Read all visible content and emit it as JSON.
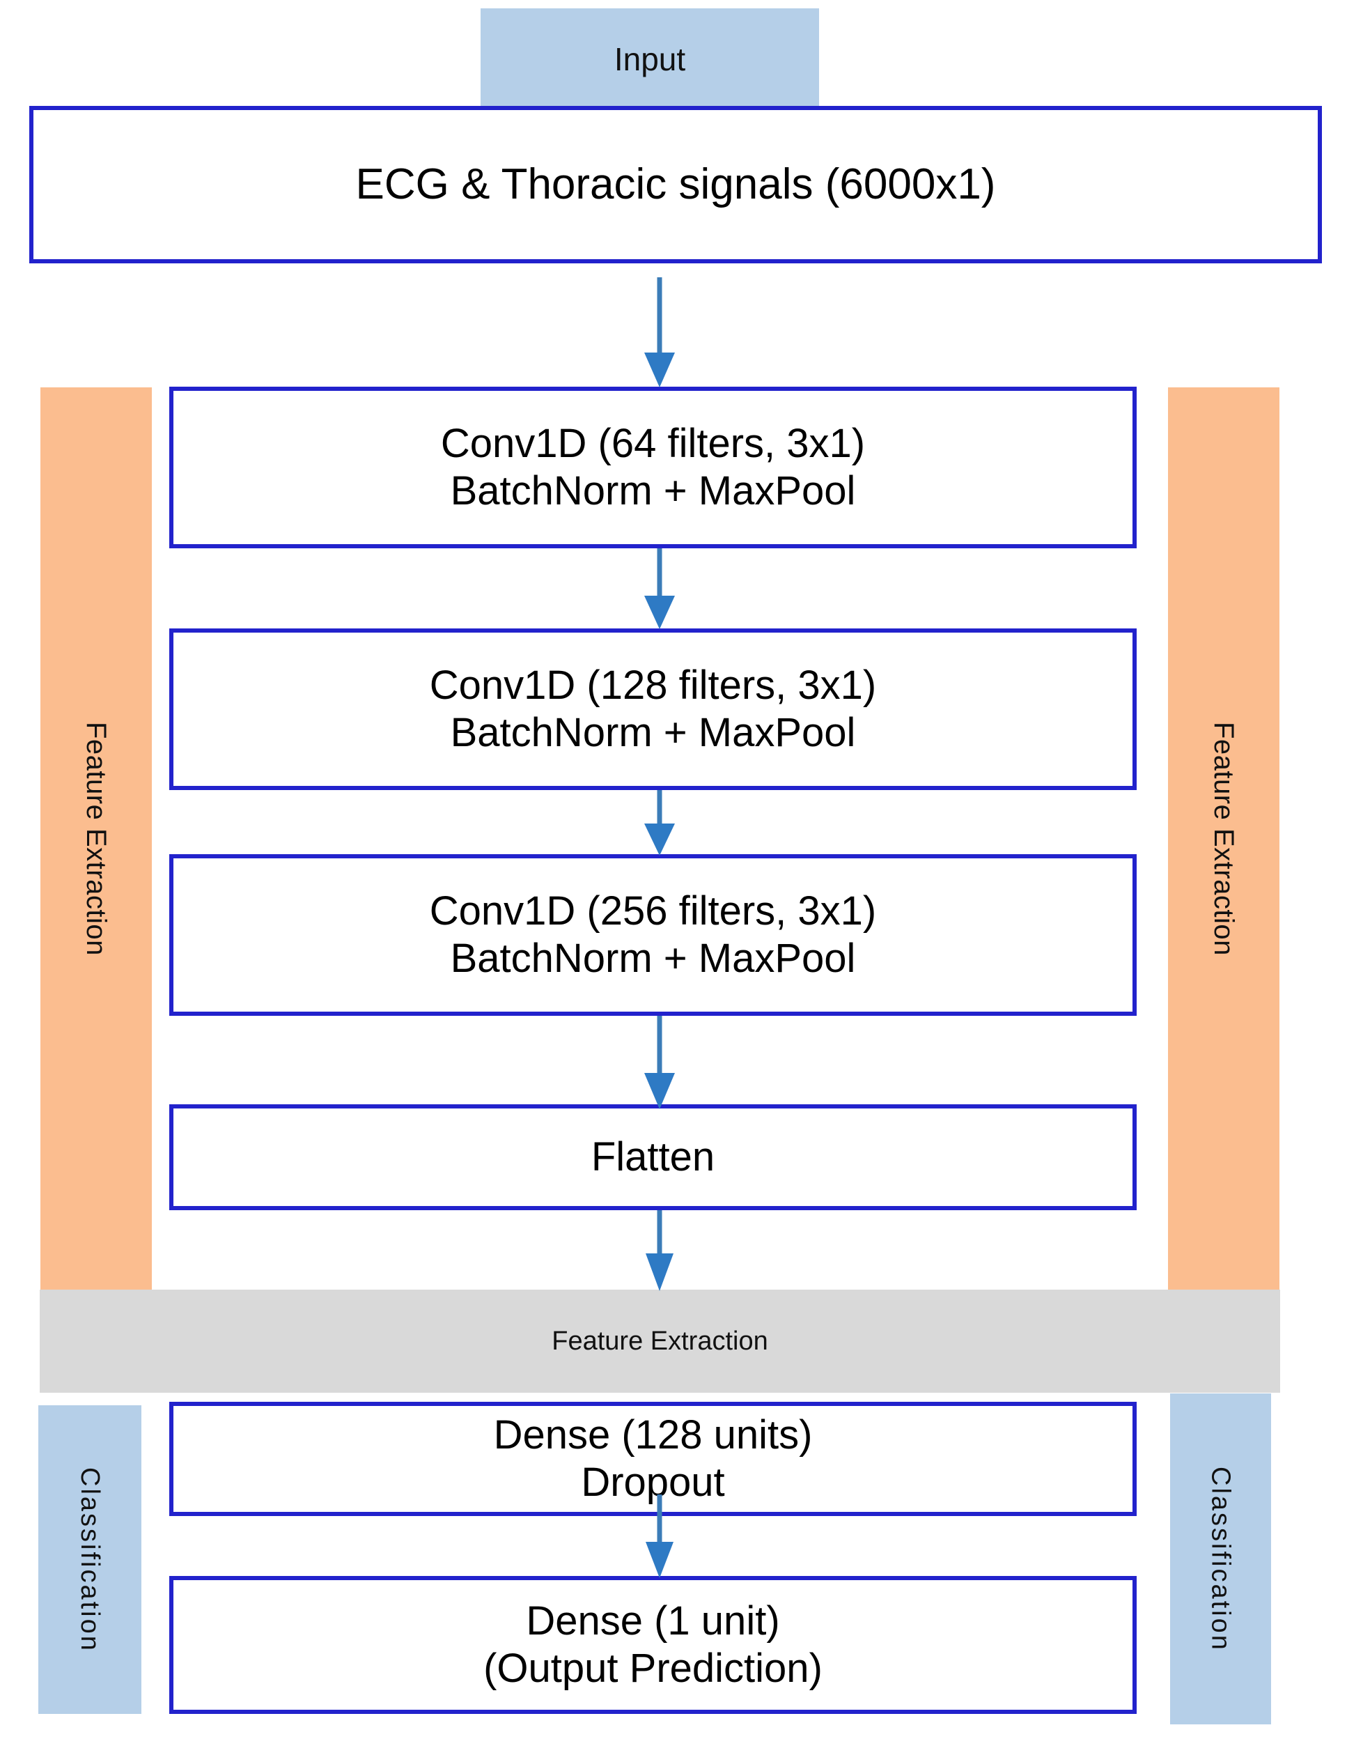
{
  "diagram": {
    "title_block": {
      "input_tab_label": "Input",
      "input_box_text": "ECG &  Thoracic  signals (6000x1)"
    },
    "feature_extraction": {
      "side_label_left": "Feature Extraction",
      "side_label_right": "Feature Extraction",
      "banner_label": "Feature Extraction",
      "layers": [
        {
          "name": "conv1d-64",
          "line1": "Conv1D (64 filters, 3x1)",
          "line2": "BatchNorm + MaxPool"
        },
        {
          "name": "conv1d-128",
          "line1": "Conv1D (128 filters, 3x1)",
          "line2": "BatchNorm + MaxPool"
        },
        {
          "name": "conv1d-256",
          "line1": "Conv1D (256 filters, 3x1)",
          "line2": "BatchNorm + MaxPool"
        },
        {
          "name": "flatten",
          "line1": "Flatten",
          "line2": ""
        }
      ]
    },
    "classification": {
      "side_label_left": "Classification",
      "side_label_right": "Classification",
      "layers": [
        {
          "name": "dense-128",
          "line1": "Dense (128 units)",
          "line2": "Dropout"
        },
        {
          "name": "dense-1",
          "line1": "Dense (1 unit)",
          "line2": "(Output Prediction)"
        }
      ]
    },
    "colors": {
      "box_border": "#2222cc",
      "arrow": "#3b7cb8",
      "feature_bar": "#fbbd8f",
      "classification_bar": "#b5cfe8",
      "banner_bar": "#d9d9d9",
      "canvas": "#ffffff",
      "text": "#000000"
    }
  }
}
